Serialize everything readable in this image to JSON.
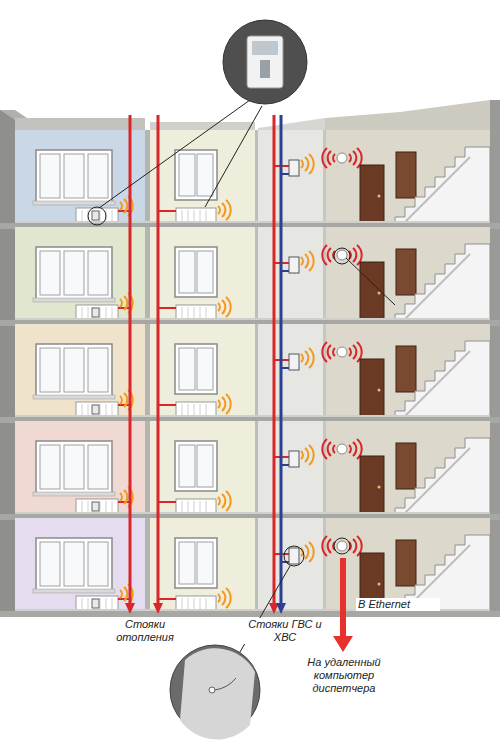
{
  "diagram": {
    "labels": [
      "Стояки отопления",
      "Стояки ГВС и ХВС",
      "В Ethernet",
      "На удаленный компьютер диспетчера"
    ]
  }
}
